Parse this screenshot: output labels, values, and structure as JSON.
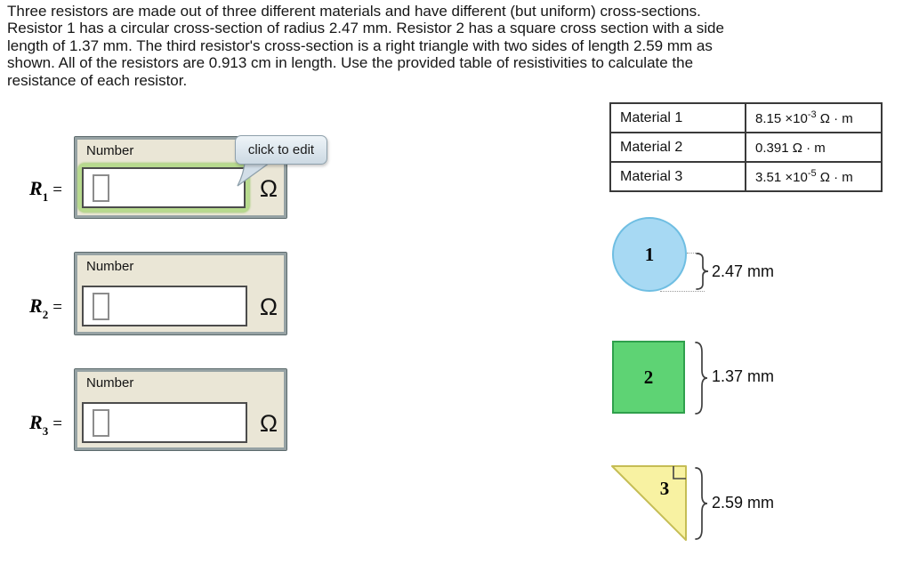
{
  "problem": {
    "lines": [
      "Three resistors are made out of three different materials and have different (but uniform) cross-sections.",
      "Resistor 1 has a circular cross-section of radius 2.47 mm. Resistor 2 has a square cross section with a side",
      "length of 1.37 mm. The third resistor's cross-section is a right triangle with two sides of length 2.59 mm as",
      "shown. All of the resistors are 0.913 cm in length. Use the provided table of resistivities to calculate the",
      "resistance of each resistor."
    ]
  },
  "tooltip": {
    "label": "click to edit"
  },
  "answers": [
    {
      "symbol": "R",
      "subscript": "1",
      "equals": "=",
      "field_label": "Number",
      "value": "",
      "unit": "Ω"
    },
    {
      "symbol": "R",
      "subscript": "2",
      "equals": "=",
      "field_label": "Number",
      "value": "",
      "unit": "Ω"
    },
    {
      "symbol": "R",
      "subscript": "3",
      "equals": "=",
      "field_label": "Number",
      "value": "",
      "unit": "Ω"
    }
  ],
  "resistivity_table": {
    "rows": [
      {
        "material": "Material 1",
        "value_base": "8.15 ×10",
        "value_sup": "-3",
        "value_unit": " Ω · m"
      },
      {
        "material": "Material 2",
        "value_base": "0.391",
        "value_sup": "",
        "value_unit": " Ω · m"
      },
      {
        "material": "Material 3",
        "value_base": "3.51 ×10",
        "value_sup": "-5",
        "value_unit": " Ω · m"
      }
    ]
  },
  "shapes": [
    {
      "type": "circle",
      "label": "1",
      "dimension": "2.47 mm",
      "fill": "#a7d9f3",
      "border": "#6fbee2"
    },
    {
      "type": "square",
      "label": "2",
      "dimension": "1.37 mm",
      "fill": "#5ed374",
      "border": "#2fa04c"
    },
    {
      "type": "triangle",
      "label": "3",
      "dimension": "2.59 mm",
      "fill": "#f8f2a2",
      "border": "#c5bd55"
    }
  ],
  "colors": {
    "focus_ring": "#b7da8e",
    "panel_bg": "#eae6d6",
    "panel_border": "#96a2a4",
    "tooltip_bg": "#dbe6ee"
  }
}
